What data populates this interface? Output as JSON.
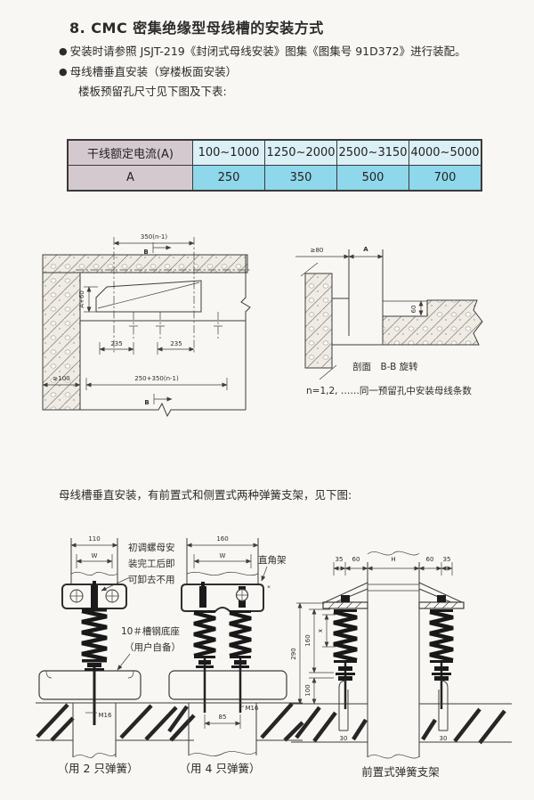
{
  "page": {
    "title": "8. CMC 密集绝缘型母线槽的安装方式",
    "bullet1": "安装时请参照 JSJT-219《封闭式母线安装》图集《图集号 91D372》进行装配。",
    "bullet2": "母线槽垂直安装（穿楼板面安装）",
    "subnote": "楼板预留孔尺寸见下图及下表:",
    "middle_text": "母线槽垂直安装，有前置式和侧置式两种弹簧支架，见下图:"
  },
  "icons": {
    "bullet": "●"
  },
  "table": {
    "header_rows": [
      "干线额定电流(A)",
      "A"
    ],
    "columns": [
      "100~1000",
      "1250~2000",
      "2500~3150",
      "4000~5000"
    ],
    "values": [
      "250",
      "350",
      "500",
      "700"
    ],
    "colors": {
      "header_bg": "#d5c9d0",
      "row1_bg": "#daf0f6",
      "row2_bg": "#8fd7ea",
      "border": "#3a3a3a"
    }
  },
  "plan": {
    "dim_top": "350(n-1)",
    "section_mark_top": "B",
    "dim_a60": "A+60",
    "dim_235_left": "235",
    "dim_235_right": "235",
    "dim_min100": "≥100",
    "dim_bottom": "250+350(n-1)",
    "section_mark_bottom": "B"
  },
  "section": {
    "dim_min80": "≥80",
    "dim_a": "A",
    "dim_60": "60",
    "label": "剖面　B-B 旋转",
    "note": "n=1,2, ……同一预留孔中安装母线条数"
  },
  "spring2": {
    "dim_outer": "110",
    "dim_w": "W",
    "note_line1": "初调螺母安",
    "note_line2": "装完工后即",
    "note_line3": "可卸去不用",
    "base_note_line1": "10＃槽钢底座",
    "base_note_line2": "（用户自备）",
    "bolt": "M16",
    "caption": "（用 2 只弹簧）"
  },
  "spring4": {
    "dim_outer": "160",
    "dim_w": "W",
    "bracket_label": "直角架",
    "footnote_mark": "*",
    "dim_85": "85",
    "bolt": "M16",
    "caption": "（用 4 只弹簧）"
  },
  "front": {
    "dim_35l": "35",
    "dim_60l": "60",
    "dim_h": "H",
    "dim_60r": "60",
    "dim_35r": "35",
    "dim_290": "290",
    "dim_160": "160",
    "dim_x": "x",
    "dim_100": "100",
    "dim_30l": "30",
    "dim_30r": "30",
    "caption": "前置式弹簧支架"
  }
}
